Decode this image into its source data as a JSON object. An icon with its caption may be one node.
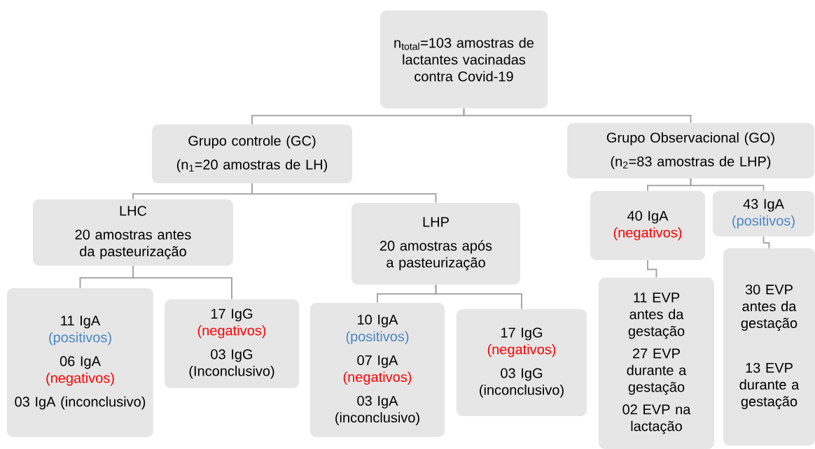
{
  "diagram": {
    "nodes": [
      {
        "text": [
          "n$_{total}$=103 amostras de lactantes vacinadas contra Covid-19"
        ]
      },
      {
        "text": [
          "Grupo controle (GC)",
          "(n$_{1}$=20 amostras de LH)"
        ]
      },
      {
        "text": [
          "Grupo Observacional (GO)",
          "(n$_{2}$=83 amostras de LHP)"
        ]
      },
      {
        "text": [
          "LHC",
          "20 amostras antes da pasteurização"
        ]
      },
      {
        "text": [
          "LHP",
          "20 amostras após a pasteurização"
        ]
      },
      {
        "text": [
          "40 IgA",
          "(negativos)"
        ]
      },
      {
        "text": [
          "43 IgA",
          "(positivos)"
        ]
      },
      {
        "text": [
          "11 IgA",
          "(positivos)",
          "06 IgA",
          "(negativos)",
          "03 IgA (inconclusivo)"
        ]
      },
      {
        "text": [
          "17 IgG",
          "(negativos)",
          "03 IgG (Inconclusivo)"
        ]
      },
      {
        "text": [
          "10 IgA",
          "(positivos)",
          "07 IgA",
          "(negativos)",
          "03 IgA (inconclusivo)"
        ]
      },
      {
        "text": [
          "17 IgG",
          "(negativos)",
          "03 IgG (inconclusivo)"
        ]
      },
      {
        "text": [
          "11 EVP antes da gestação",
          "27 EVP durante a gestação",
          "02 EVP na lactação"
        ]
      },
      {
        "text": [
          "30 EVP antes da gestação",
          "13 EVP durante a gestação"
        ]
      }
    ],
    "edges": [
      {
        "from": 0,
        "to": 1,
        "arrow": "none"
      },
      {
        "from": 0,
        "to": 2,
        "arrow": "none"
      },
      {
        "from": 1,
        "to": 3,
        "arrow": "none"
      },
      {
        "from": 1,
        "to": 4,
        "arrow": "none"
      },
      {
        "from": 2,
        "to": 5,
        "arrow": "none"
      },
      {
        "from": 2,
        "to": 6,
        "arrow": "none"
      },
      {
        "from": 3,
        "to": 7,
        "arrow": "none"
      },
      {
        "from": 3,
        "to": 8,
        "arrow": "none"
      },
      {
        "from": 4,
        "to": 9,
        "arrow": "none"
      },
      {
        "from": 4,
        "to": 10,
        "arrow": "none"
      },
      {
        "from": 5,
        "to": 11,
        "arrow": "none"
      },
      {
        "from": 6,
        "to": 12,
        "arrow": "none"
      }
    ]
  }
}
